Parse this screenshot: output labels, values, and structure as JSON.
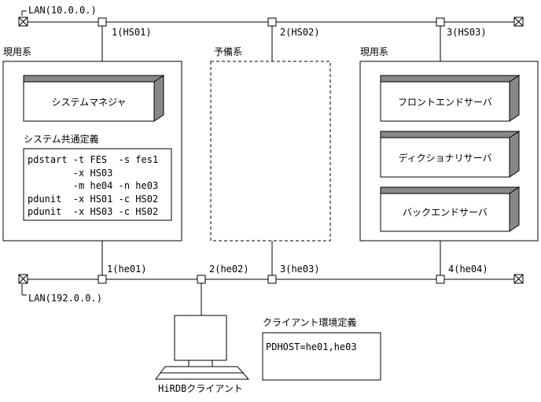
{
  "lan_top": {
    "label": "LAN(10.0.0.)",
    "ports": [
      "1(HS01)",
      "2(HS02)",
      "3(HS03)"
    ]
  },
  "lan_bottom": {
    "label": "LAN(192.0.0.)",
    "ports": [
      "1(he01)",
      "2(he02)",
      "3(he03)",
      "4(he04)"
    ]
  },
  "left_system": {
    "label": "現用系",
    "manager": "システムマネジャ",
    "common_def_title": "システム共通定義",
    "common_def_lines": [
      "pdstart -t FES  -s fes1",
      "        -x HS03",
      "        -m he04 -n he03",
      "pdunit  -x HS01 -c HS02",
      "pdunit  -x HS03 -c HS02"
    ]
  },
  "standby_system": {
    "label": "予備系"
  },
  "right_system": {
    "label": "現用系",
    "servers": [
      "フロントエンドサーバ",
      "ディクショナリサーバ",
      "バックエンドサーバ"
    ]
  },
  "client": {
    "label": "HiRDBクライアント",
    "env_title": "クライアント環境定義",
    "env_value": "PDHOST=he01,he03"
  }
}
